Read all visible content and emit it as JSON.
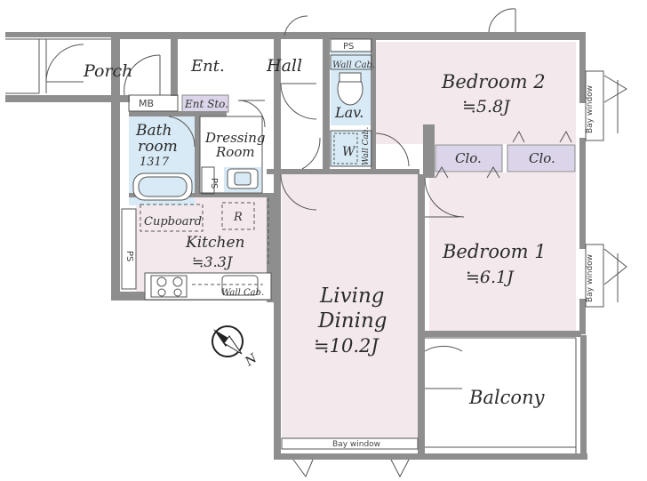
{
  "rooms": {
    "porch": "Porch",
    "entrance": "Ent.",
    "hall": "Hall",
    "mb": "MB",
    "ent_storage": "Ent Sto.",
    "ps_top": "PS",
    "ps_dressing": "PS",
    "ps_kitchen": "PS",
    "wall_cab_top": "Wall Cab.",
    "wall_cab_toilet": "Wall Cab.",
    "wall_cab_kitchen": "Wall Cab.",
    "lavatory": "Lav.",
    "toilet": "W",
    "bath_line1": "Bath",
    "bath_line2": "room",
    "bath_size": "1317",
    "dressing_line1": "Dressing",
    "dressing_line2": "Room",
    "cupboard": "Cupboard",
    "refrigerator": "R",
    "kitchen": "Kitchen",
    "kitchen_size": "≒3.3J",
    "bedroom2": "Bedroom 2",
    "bedroom2_size": "≒5.8J",
    "closet_left": "Clo.",
    "closet_right": "Clo.",
    "bedroom1": "Bedroom 1",
    "bedroom1_size": "≒6.1J",
    "bay_window_right_top": "Bay window",
    "bay_window_right_mid": "Bay window",
    "bay_window_bottom": "Bay window",
    "living_line1": "Living",
    "living_line2": "Dining",
    "living_size": "≒10.2J",
    "balcony": "Balcony"
  },
  "compass": {
    "label": "N"
  },
  "colors": {
    "wall": "#8e8e8e",
    "bedroom_floor": "#f3e9ec",
    "wet_area": "#d8eaf5",
    "storage": "#dcd5ea",
    "line": "#555555"
  }
}
